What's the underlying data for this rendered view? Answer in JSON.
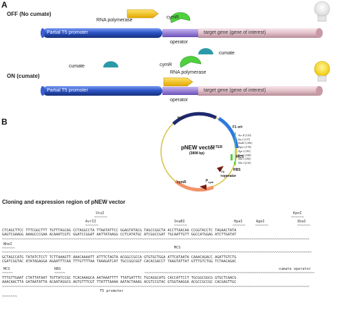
{
  "panel_a": {
    "letter": "A",
    "off_label": "OFF (No cumate)",
    "on_label": "ON (cumate)",
    "rna_polymerase_off": "RNA polymerase",
    "cymr_off": "cymR",
    "operator_off": "operator",
    "cumate_free": "cumate",
    "cumate_bound": "cumate",
    "cymr_on": "cymR",
    "rna_polymerase_on": "RNA polymerase",
    "operator_on": "operator",
    "promoter_off": "Partial T5 promoter",
    "target_off": "target gene (gene of interest)",
    "promoter_on": "Partial T5 promoter",
    "target_on": "target gene (gene of interest)"
  },
  "panel_b": {
    "letter": "B",
    "vector_name": "pNEW vector",
    "vector_size": "(3808 bp)",
    "features": {
      "kan": "Kanʳ",
      "f1": "F1 oriᶦ",
      "t7ter": "T7 TER",
      "mcs": "MCS",
      "rbs": "RBS",
      "pt5": "P",
      "pt5_sub": "T5",
      "operator": "+operator",
      "cymr": "cymR",
      "pcym": "P",
      "pcym_sub": "cym"
    },
    "sites": [
      "Avr II (130)",
      "Stu I (137)",
      "SnaB I (160)",
      "Hpa I (178)",
      "Age I (181)",
      "Kpn I (188)",
      "Xba I (190)",
      "Nhe I (210)"
    ]
  },
  "cloning": {
    "heading": "Cloning and expression region of pNEW vector",
    "labels": {
      "stui": "StuI",
      "kpni": "KpnI",
      "avrii": "AvrII",
      "snabi": "SnaBI",
      "hpai": "HpaI",
      "agei": "AgeI",
      "xbai": "XbaI",
      "nhei": "NheI",
      "mcs1": "MCS",
      "mcs2": "MCS",
      "rbs": "RBS",
      "cumate_operator": "cumate operator",
      "t5_promoter": "T5 promoter"
    },
    "tildes": {
      "stui": "~~~~~~",
      "kpni": "~~~~~~",
      "avrii": "~~~~~~",
      "snabi": "~~~~~~",
      "hpai": "~~~~~~",
      "agei": "~~~~~~",
      "xbai": "~~~~~~",
      "nhei": "~~~~~~",
      "mcs_line1": "~~~~~~~~~~~~~~~~~~~~~~~~~~~~~~~~~~~~~~~~~~~~~~~~~~~~~~~~~~~~~~~~~~~~~~~~~~~~~~~~~~~~~~~~~~~~~~~~~~~~~~~~~~~~~~~~~~~~~~~~~~~~~~~~~~~~~~~~~~~~~~~",
      "mcs_line2": "~~~~~~~~~~~~~~~~~~~~~~~~~~~~~~~~~~~~~~~~~~~~~~~~~~~~~~~~~~~~~~~~~~~~~~~~~~~~~~~~~~~~~~~~~~~~~~~~~~~~~~~~~~~~~~~~~~~~~~~~~~~~~~~~~~~~~~~~~~~~~~~~",
      "mcs_end": "~~~~~",
      "rbs": "~~~~~",
      "cumate": "~~~~~~~~~~~~~~~~~~~~~~~~~~~~~~~~~~~~~~~~~~~~~~~~~~~~~~~~~~~~~~~~~~~~~~~~~~~~~~~",
      "t5_line1": "~~~~~~~~~~~~~~~~~~~~~~~~~~~~~~~~~~~~~~~~~~~~~~~~~~~~~~~~~~~~~~~~~~~~~~~~~~~~~~~~~~~~~~~~~~~~~~~~~~~~~~~~~~~~~~~~~~~~~~~~~~~~~~~~~~~~~~~~~~~~~~~",
      "t5_line2": "~~~~~~~"
    },
    "sequences": {
      "row1_top": "CTCAGCTTCC TTTCGGCTTT TGTTTAGCAG CCTAGGCCTA TTAATATTCC GGAGTATACG TAGCCGGCTA ACCTTAACAA CCGGTACCTC TAGAACTATA",
      "row1_bot": "GAGTCGAAGG AAAGCCCGAA ACAAATCGTC GGATCCGGAT AATTATAAGG CCTCATATGC ATCGGCCGAT TGCAATTGTT GGCCATGGAG ATCTTGATAT",
      "row2_top": "GCTAGCCATG TATATCTCCT TCTTAAAGTT AAACAAAATT ATTTCTAGTA ACGGCCGCCA GTGTGCTGGA ATTCATAATA CAAACAGACC AGATTGTCTG",
      "row2_bot": "CGATCGGTAC ATATAGAGGA AGAATTTCAA TTTGTTTTAA TAAAGATCAT TGCCGGCGGT CACACGACCT TAAGTATTAT GTTTGTCTGG TCTAACAGAC",
      "row3_top": "TTTGTTGAAT CTATTATAAT TGTTATCCGC TCACAAAGCA AATAAATTTT TTATGATTTC TGCAGGCATG CACCATTCCT TGCGGCGGCG GTGCTCAACG",
      "row3_bot": "AAACAACTTA GATAATATTA ACAATAGGCG AGTGTTTCGT TTATTTAAAA AATACTAAAG ACGTCCGTAC GTGGTAAGGA ACGCCGCCGC CACGAGTTGC"
    }
  },
  "colors": {
    "promoter_blue": "#2f56c8",
    "target_pink": "#e6c6cf",
    "repressor_green": "#4fd13e",
    "cumate_teal": "#2b9aa8",
    "polymerase_yellow": "#f5c400",
    "bulb_on": "#f6de2a"
  }
}
